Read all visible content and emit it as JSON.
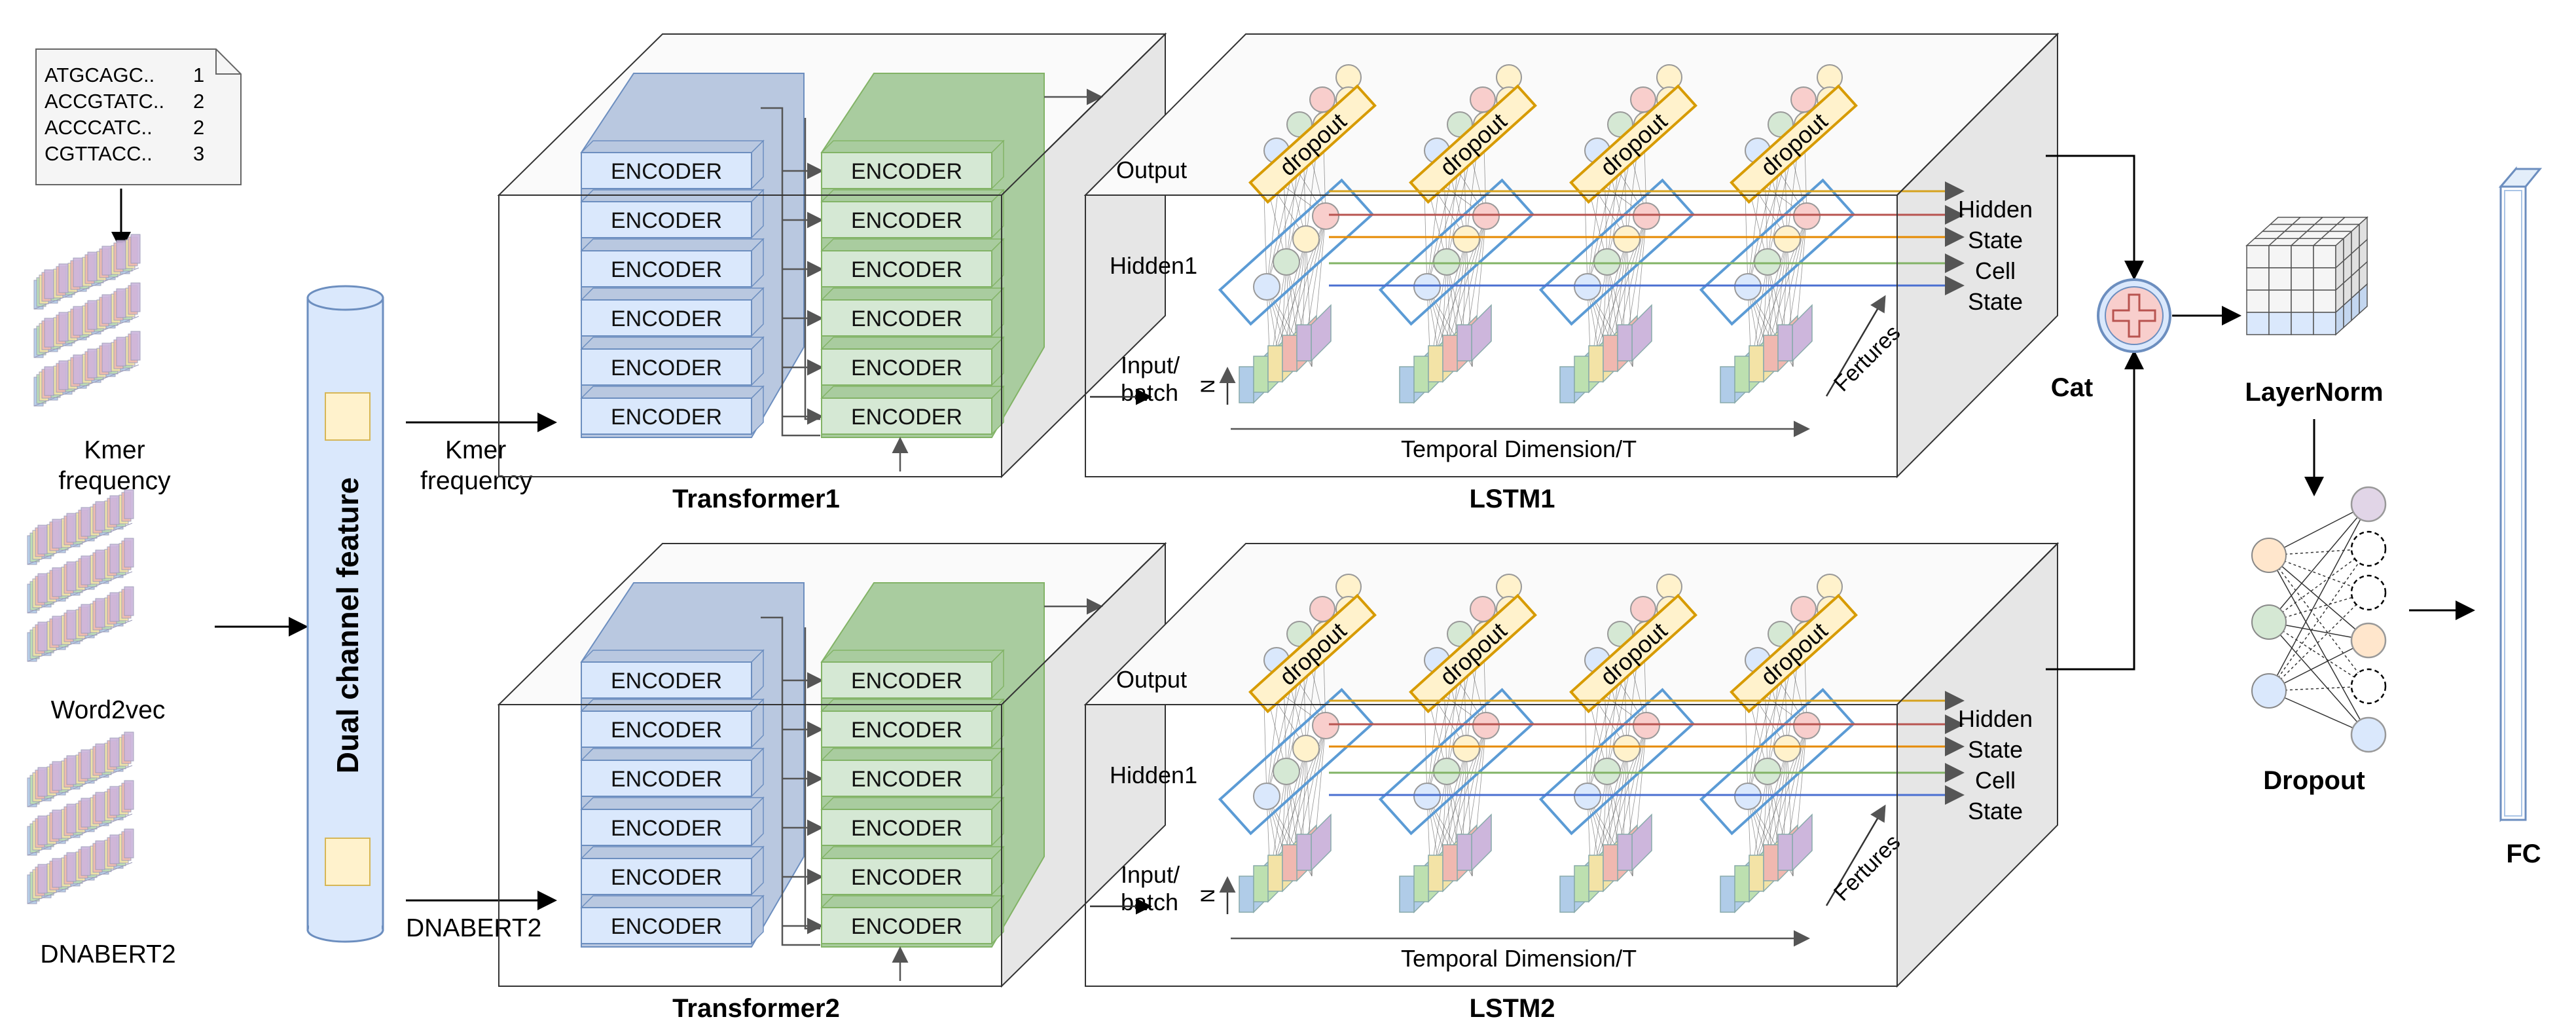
{
  "kmer_table": [
    {
      "seq": "ATGCAGC..",
      "count": "1"
    },
    {
      "seq": "ACCGTATC..",
      "count": "2"
    },
    {
      "seq": "ACCCATC..",
      "count": "2"
    },
    {
      "seq": "CGTTACC..",
      "count": "3"
    }
  ],
  "inputs": {
    "kmer_line1": "Kmer",
    "kmer_line2": "frequency",
    "word2vec": "Word2vec",
    "dnabert2": "DNABERT2"
  },
  "dual_channel": "Dual channel feature",
  "branch_labels": {
    "kmer_line1": "Kmer",
    "kmer_line2": "frequency",
    "dnabert2": "DNABERT2"
  },
  "encoder_label": "ENCODER",
  "transformer1": "Transformer1",
  "transformer2": "Transformer2",
  "lstm": {
    "output": "Output",
    "hidden1": "Hidden1",
    "input_batch_line1": "Input/",
    "input_batch_line2": "batch",
    "n_label": "N",
    "dropout": "dropout",
    "temporal": "Temporal Dimension/T",
    "features": "Fertures",
    "hidden_state": [
      "Hidden",
      "State",
      "Cell",
      "State"
    ]
  },
  "lstm1": "LSTM1",
  "lstm2": "LSTM2",
  "cat": "Cat",
  "layernorm": "LayerNorm",
  "dropout_layer": "Dropout",
  "fc": "FC",
  "colors": {
    "encoder_fill": "#dae8fc",
    "encoder_stroke": "#6c8ebf",
    "encoder2_fill": "#d5e8d4",
    "encoder2_stroke": "#82b366",
    "dropout_stroke": "#d79b00",
    "dropout_fill": "#fff2cc",
    "cat_fill": "#f8cecc",
    "cat_stroke": "#6c8ebf",
    "line_yellow": "#d6a21e",
    "line_red": "#b85450",
    "line_orange": "#e68a00",
    "line_green": "#82b366",
    "line_blue": "#4a6fd1"
  }
}
